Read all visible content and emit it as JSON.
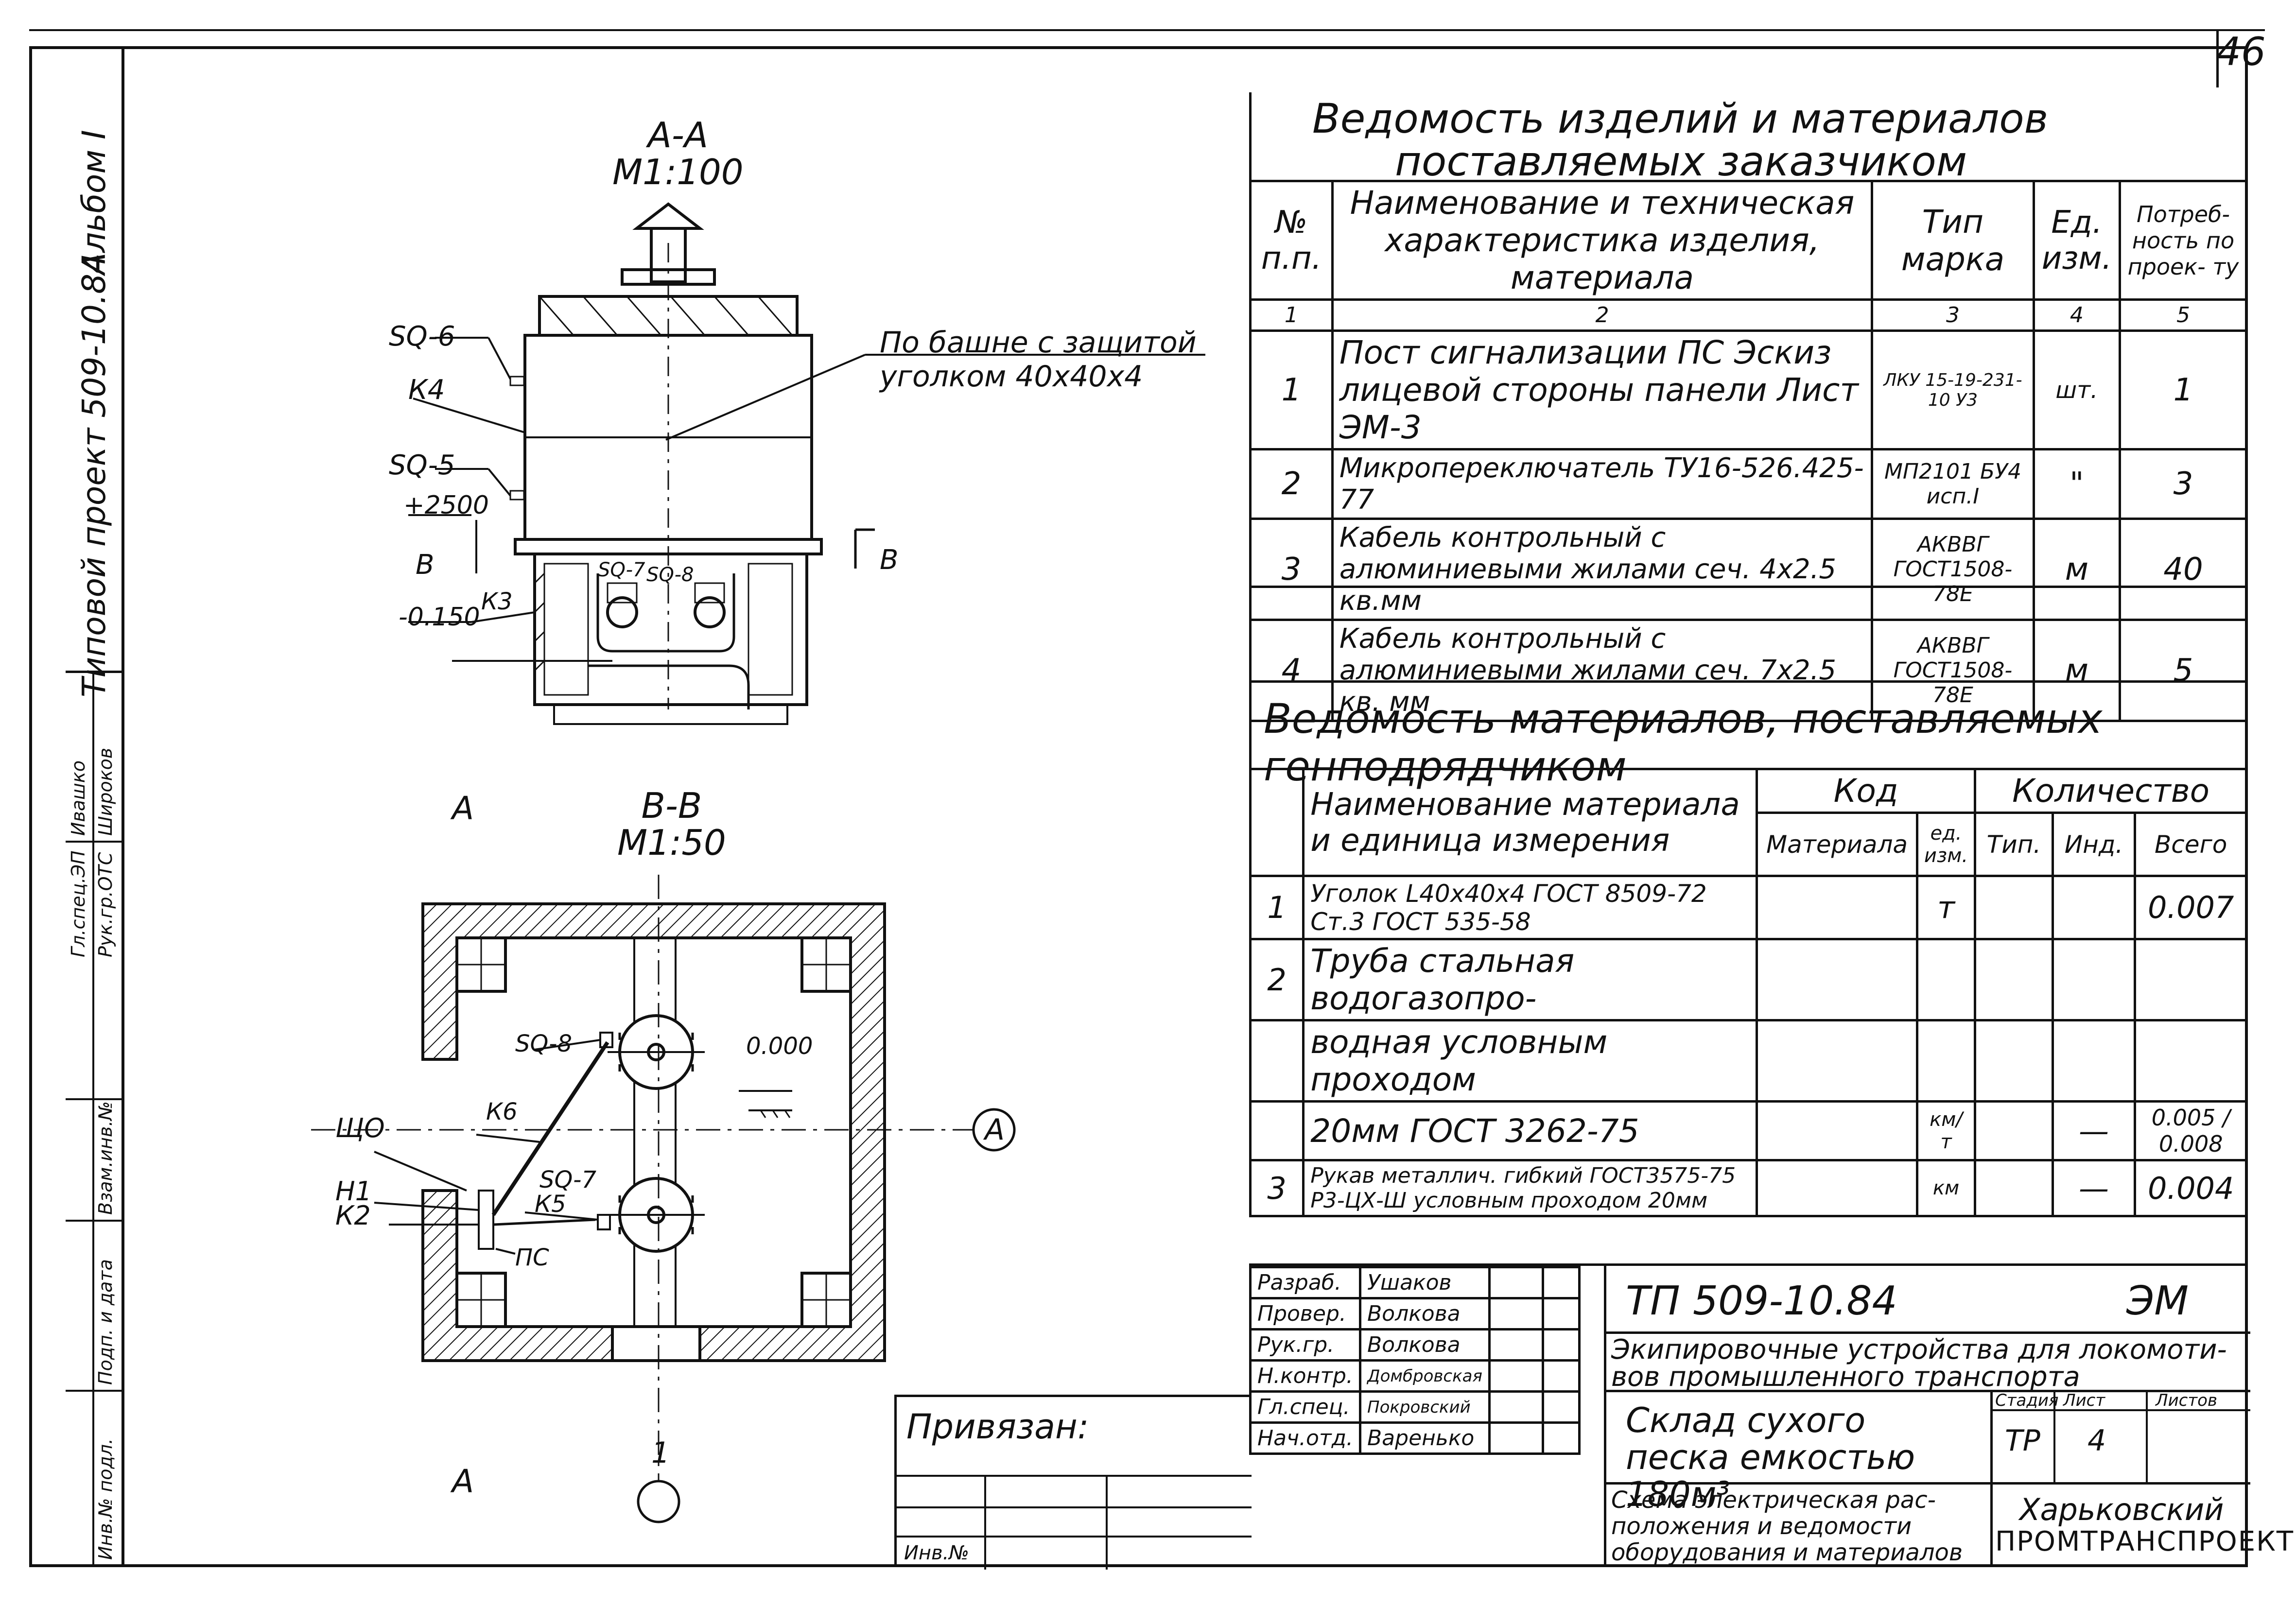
{
  "page_number": "46",
  "left_strip": {
    "album": "Альбом I",
    "project": "Типовой проект 509-10.84",
    "roles": [
      "Гл.спец.ЭП",
      "Рук.гр.ОТС"
    ],
    "names": [
      "Ивашко",
      "Широков"
    ],
    "fields": [
      "Взам.инв.№",
      "Подп. и дата",
      "Инв.№ подл."
    ]
  },
  "section_aa": {
    "title": "А-А",
    "scale": "М1:100"
  },
  "section_bb": {
    "title": "В-В",
    "scale": "М1:50"
  },
  "callouts_aa": {
    "sq6": "SQ-6",
    "k4": "К4",
    "sq5": "SQ-5",
    "mark_plus": "+2500",
    "mark_b_left": "В",
    "mark_b_right": "В",
    "mark_minus": "-0.150",
    "k3": "К3",
    "sq7": "SQ-7",
    "sq8": "SQ-8",
    "note_line1": "По башне с защитой",
    "note_line2": "уголком 40х40х4"
  },
  "callouts_bb": {
    "a_top": "А",
    "a_bottom": "А",
    "sq8": "SQ-8",
    "elev": "0.000",
    "k6": "К6",
    "circle_a": "А",
    "shch": "ЩО",
    "h1": "Н1",
    "k2": "К2",
    "sq7": "SQ-7",
    "k5": "К5",
    "ps": "ПС",
    "circle_1": "1"
  },
  "table1": {
    "title_line1": "Ведомость изделий и материалов",
    "title_line2": "поставляемых заказчиком",
    "headers": [
      "№ п.п.",
      "Наименование и техническая характеристика изделия, материала",
      "Тип марка",
      "Ед. изм.",
      "Потреб- ность по проек- ту"
    ],
    "colnums": [
      "1",
      "2",
      "3",
      "4",
      "5"
    ],
    "rows": [
      {
        "n": "1",
        "name": "Пост сигнализации ПС Эскиз лицевой стороны панели Лист ЭМ-3",
        "type": "ЛКУ 15-19-231-10 У3",
        "unit": "шт.",
        "qty": "1"
      },
      {
        "n": "2",
        "name": "Микропереключатель ТУ16-526.425-77",
        "type": "МП2101 БУ4 исп.I",
        "unit": "\"",
        "qty": "3"
      },
      {
        "n": "3",
        "name": "Кабель контрольный с алюминиевыми жилами сеч. 4х2.5 кв.мм",
        "type": "АКВВГ ГОСТ1508-78Е",
        "unit": "м",
        "qty": "40"
      },
      {
        "n": "4",
        "name": "Кабель контрольный с алюминиевыми жилами сеч. 7х2.5 кв. мм",
        "type": "АКВВГ ГОСТ1508-78Е",
        "unit": "м",
        "qty": "5"
      }
    ]
  },
  "table2": {
    "title": "Ведомость материалов, поставляемых генподрядчиком",
    "h_name": "Наименование материала и единица измерения",
    "h_code": "Код",
    "h_qty": "Количество",
    "h_mat": "Материала",
    "h_unit": "ед. изм.",
    "h_type": "Тип.",
    "h_ind": "Инд.",
    "h_total": "Всего",
    "rows": [
      {
        "n": "1",
        "name": "Уголок L40х40х4 ГОСТ 8509-72 Ст.3 ГОСТ 535-58",
        "unit": "т",
        "typ": "",
        "ind": "",
        "total": "0.007"
      },
      {
        "n": "2",
        "name": "Труба стальная водогазопро-",
        "unit": "",
        "typ": "",
        "ind": "",
        "total": ""
      },
      {
        "n": "",
        "name": "водная условным проходом",
        "unit": "",
        "typ": "",
        "ind": "",
        "total": ""
      },
      {
        "n": "",
        "name": "20мм ГОСТ 3262-75",
        "unit": "км/т",
        "typ": "",
        "ind": "—",
        "total": "0.005 / 0.008"
      },
      {
        "n": "3",
        "name": "Рукав металлич. гибкий ГОСТ3575-75 Р3-ЦХ-Ш условным проходом 20мм",
        "unit": "км",
        "typ": "",
        "ind": "—",
        "total": "0.004"
      }
    ]
  },
  "stamp": {
    "people": [
      {
        "role": "Разраб.",
        "name": "Ушаков"
      },
      {
        "role": "Провер.",
        "name": "Волкова"
      },
      {
        "role": "Рук.гр.",
        "name": "Волкова"
      },
      {
        "role": "Н.контр.",
        "name": "Домбровская"
      },
      {
        "role": "Гл.спец.",
        "name": "Покровский"
      },
      {
        "role": "Нач.отд.",
        "name": "Варенько"
      }
    ],
    "code": "ТП 509-10.84",
    "mark": "ЭМ",
    "project_title": "Экипировочные устройства для локомоти- вов промышленного транспорта",
    "object_title": "Склад сухого песка емкостью 180м³",
    "h_stage": "Стадия",
    "h_sheet": "Лист",
    "h_sheets": "Листов",
    "stage": "ТР",
    "sheet": "4",
    "sheets": "",
    "doc_title": "Схема электрическая рас- положения и ведомости оборудования и материалов",
    "org_line1": "Харьковский",
    "org_line2": "ПРОМТРАНСПРОЕКТ",
    "privyazan": "Привязан:",
    "inv": "Инв.№"
  }
}
